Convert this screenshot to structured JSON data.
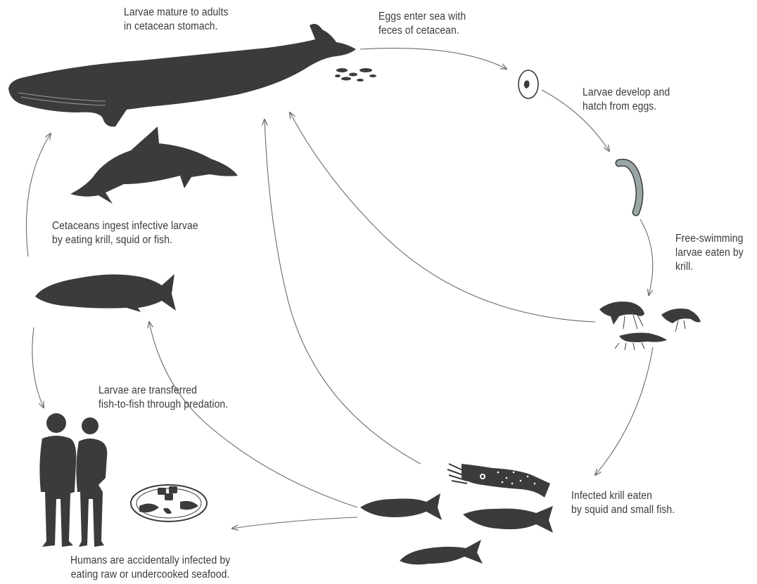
{
  "labels": {
    "adults": [
      "Larvae mature to adults",
      "in cetacean stomach."
    ],
    "eggs": [
      "Eggs enter sea with",
      "feces of cetacean."
    ],
    "hatch": [
      "Larvae develop and",
      "hatch from eggs."
    ],
    "krill": [
      "Free-swimming",
      "larvae eaten by",
      "krill."
    ],
    "squid": [
      "Infected krill eaten",
      "by squid and small fish."
    ],
    "humans": [
      "Humans are accidentally infected by",
      "eating raw or undercooked seafood."
    ],
    "transfer": [
      "Larvae are transferred",
      "fish-to-fish through predation."
    ],
    "ingest": [
      "Cetaceans ingest infective larvae",
      "by eating krill, squid or fish."
    ]
  },
  "colors": {
    "silhouette": "#3b3b3b",
    "arrow": "#6a6a6a",
    "larva": "#9aa6a6",
    "text": "#3a3a3a"
  },
  "icons": [
    "whale-icon",
    "dolphin-icon",
    "feces-icon",
    "egg-icon",
    "larva-icon",
    "krill-icon",
    "squid-icon",
    "small-fish-icon",
    "salmon-icon",
    "humans-icon",
    "seafood-plate-icon"
  ]
}
